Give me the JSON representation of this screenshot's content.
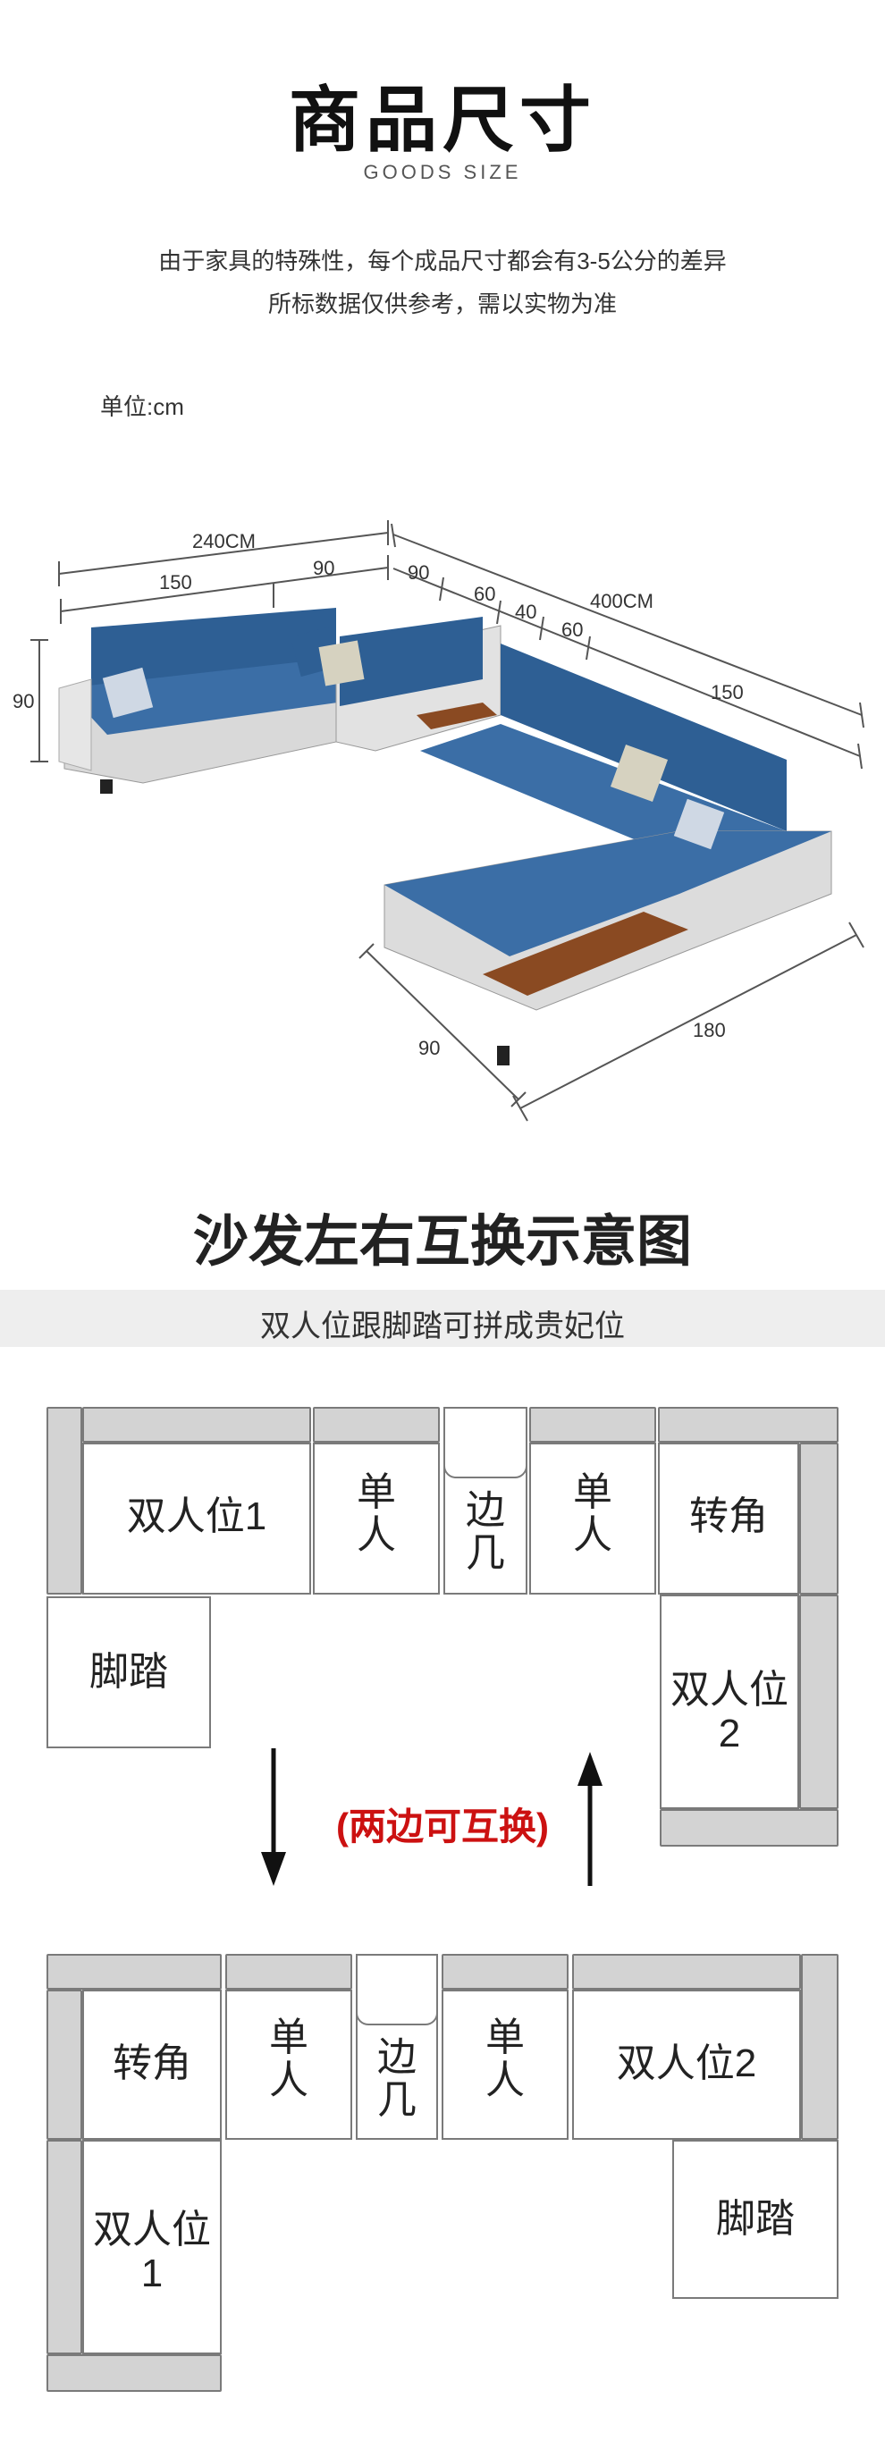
{
  "header": {
    "title": "商品尺寸",
    "subtitle": "GOODS SIZE"
  },
  "notice": {
    "line1": "由于家具的特殊性，每个成品尺寸都会有3-5公分的差异",
    "line2": "所标数据仅供参考，需以实物为准"
  },
  "unit_label": "单位:cm",
  "dimensions": {
    "total_left": "240CM",
    "left_150": "150",
    "left_90": "90",
    "right_90": "90",
    "right_60a": "60",
    "right_40": "40",
    "right_60b": "60",
    "total_right": "400CM",
    "right_150": "150",
    "height_90": "90",
    "depth_90": "90",
    "chaise_180": "180"
  },
  "swap_section": {
    "title": "沙发左右互换示意图",
    "banner": "双人位跟脚踏可拼成贵妃位",
    "exchange_note": "(两边可互换)",
    "top_layout": {
      "double1": "双人位1",
      "single_a": "单人",
      "side_table": "边几",
      "single_b": "单人",
      "corner": "转角",
      "footstool": "脚踏",
      "double2_line1": "双人位",
      "double2_line2": "2"
    },
    "bottom_layout": {
      "corner": "转角",
      "single_a": "单人",
      "side_table": "边几",
      "single_b": "单人",
      "double2": "双人位2",
      "double1_line1": "双人位",
      "double1_line2": "1",
      "footstool": "脚踏"
    }
  },
  "colors": {
    "sofa_blue": "#2e5f94",
    "sofa_white": "#e6e6e6",
    "wood": "#8a4a22",
    "accent_red": "#cc1111"
  }
}
